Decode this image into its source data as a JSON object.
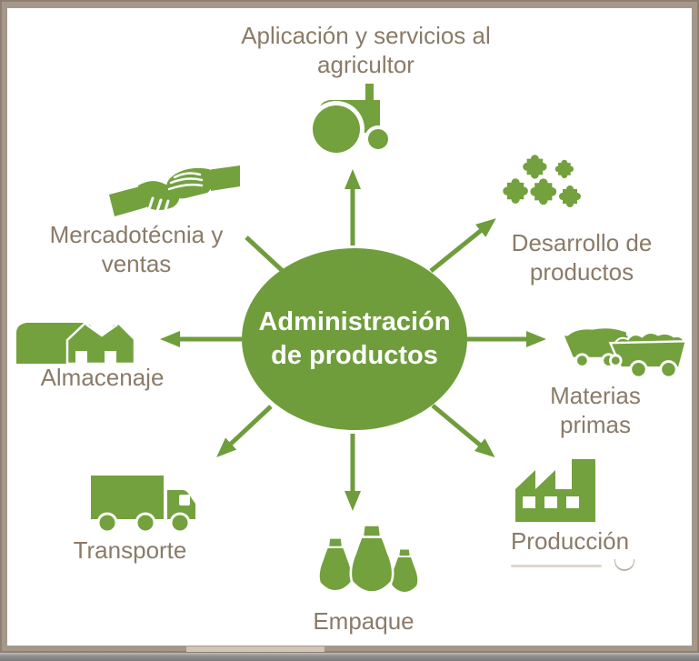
{
  "diagram": {
    "center_label": "Administración de productos",
    "nodes": [
      {
        "label": "Aplicación y servicios al agricultor",
        "icon": "tractor-icon",
        "position": "top"
      },
      {
        "label": "Desarrollo de productos",
        "icon": "puzzle-pieces-icon",
        "position": "top-right"
      },
      {
        "label": "Materias primas",
        "icon": "harvest-wagons-icon",
        "position": "right"
      },
      {
        "label": "Producción",
        "icon": "factory-icon",
        "position": "bottom-right"
      },
      {
        "label": "Empaque",
        "icon": "sacks-icon",
        "position": "bottom"
      },
      {
        "label": "Transporte",
        "icon": "delivery-truck-icon",
        "position": "bottom-left"
      },
      {
        "label": "Almacenaje",
        "icon": "warehouse-icon",
        "position": "left"
      },
      {
        "label": "Mercadotécnia y ventas",
        "icon": "handshake-icon",
        "position": "top-left"
      }
    ],
    "colors": {
      "green": "#73a13e",
      "green_dark": "#6f9d3c",
      "text": "#8a7b68",
      "frame": "#a5988a",
      "frame_edge": "#8d8070",
      "bottom_bar": "#8f8f8f",
      "center_text": "#ffffff"
    }
  }
}
